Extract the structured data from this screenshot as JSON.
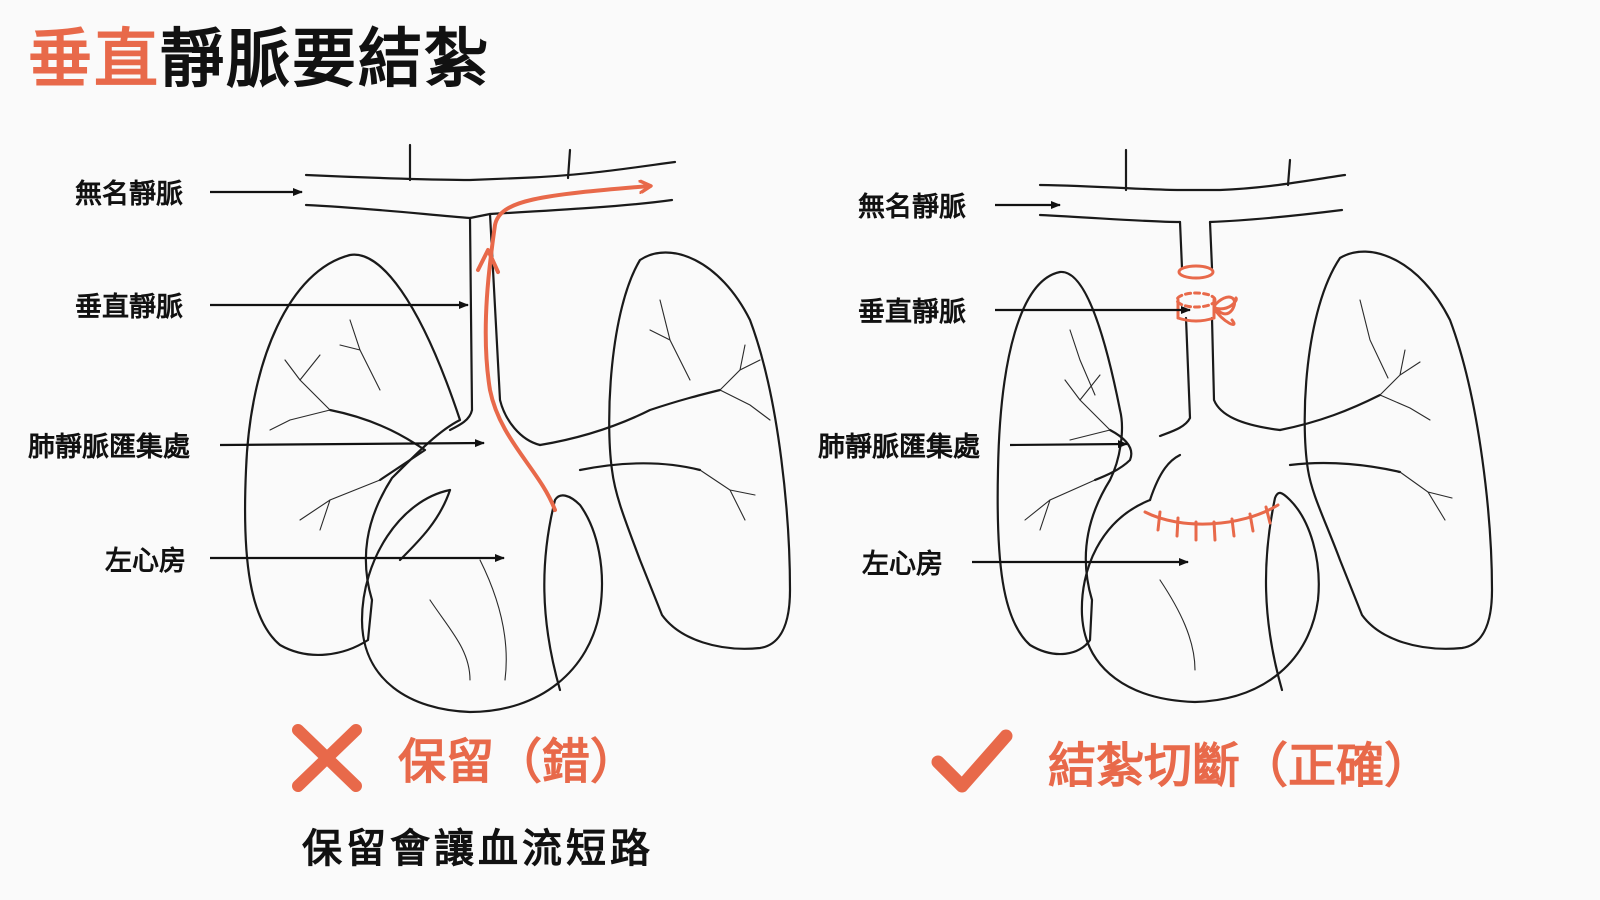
{
  "title": {
    "accent": "垂直",
    "rest": "靜脈要結紮"
  },
  "left_panel": {
    "labels": {
      "innominate_vein": "無名靜脈",
      "vertical_vein": "垂直靜脈",
      "pulmonary_confluence": "肺靜脈匯集處",
      "left_atrium": "左心房"
    },
    "verdict": "保留（錯）",
    "caption": "保留會讓血流短路"
  },
  "right_panel": {
    "labels": {
      "innominate_vein": "無名靜脈",
      "vertical_vein": "垂直靜脈",
      "pulmonary_confluence": "肺靜脈匯集處",
      "left_atrium": "左心房"
    },
    "verdict": "結紮切斷（正確）"
  },
  "colors": {
    "accent": "#e8694a",
    "ink": "#1a1a1a",
    "background": "#fafafa"
  },
  "icons": {
    "wrong": "cross-icon",
    "correct": "check-icon"
  }
}
